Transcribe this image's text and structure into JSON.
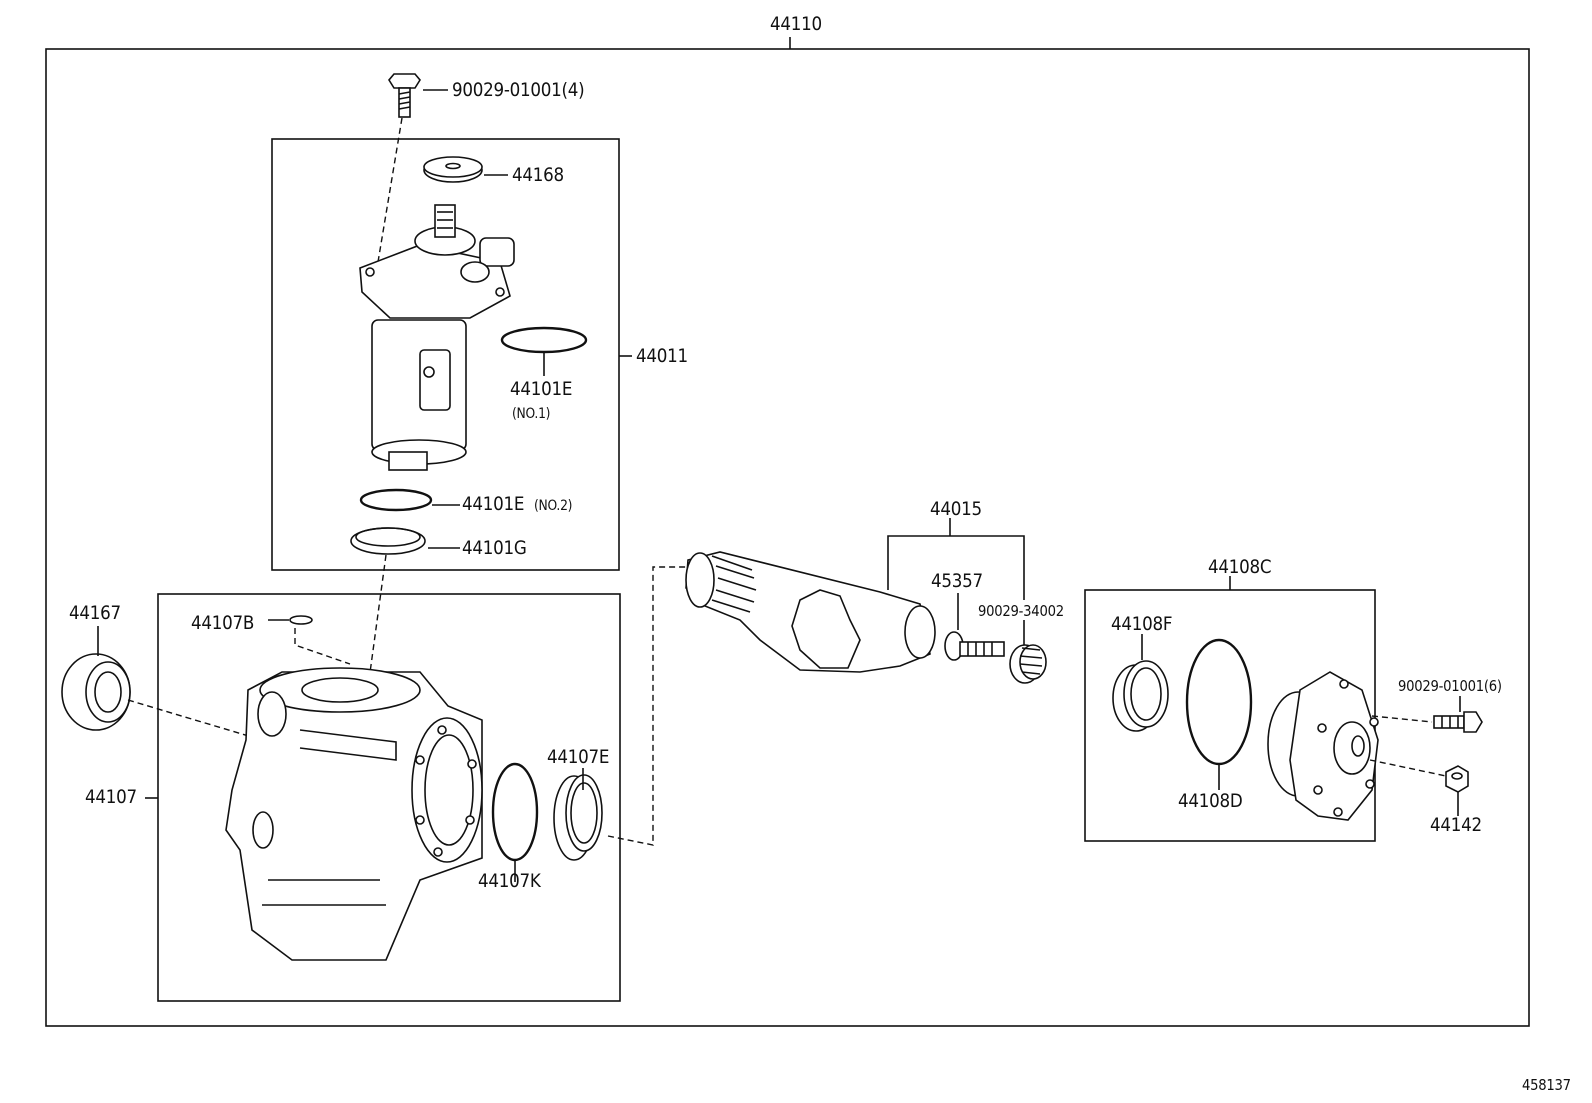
{
  "diagram": {
    "assembly_label": "44110",
    "figure_number": "458137",
    "labels": {
      "bolt_top": "90029-01001(4)",
      "cap_44168": "44168",
      "valve_assy": "44011",
      "oring_no1": "44101E",
      "oring_no1_note": "(NO.1)",
      "oring_no2": "44101E",
      "oring_no2_note": "(NO.2)",
      "ring_44101g": "44101G",
      "seal_44167": "44167",
      "oring_44107b": "44107B",
      "housing_44107": "44107",
      "seal_44107e": "44107E",
      "oring_44107k": "44107K",
      "shaft_44015": "44015",
      "screw_45357": "45357",
      "nut_90029_34002": "90029-34002",
      "cover_group": "44108C",
      "seal_44108f": "44108F",
      "oring_44108d": "44108D",
      "bolt_right": "90029-01001(6)",
      "nut_44142": "44142"
    }
  }
}
